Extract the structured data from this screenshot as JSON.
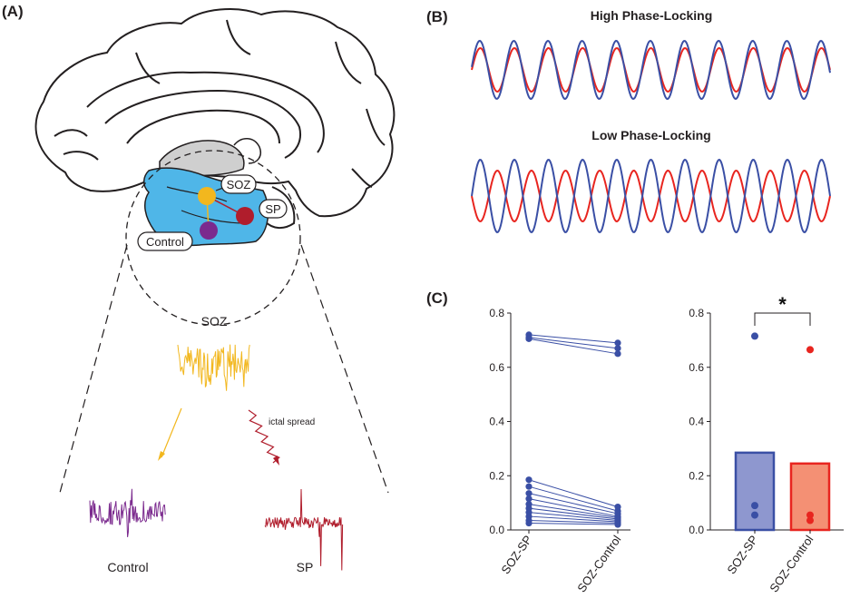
{
  "colors": {
    "blue": "#3a4fa5",
    "red": "#e8251f",
    "limbic": "#4fb6e8",
    "soz_node": "#f2b71e",
    "sp_node": "#b01d2c",
    "control_node": "#7b2a8e",
    "bar_blue_fill": "#8e97cf",
    "bar_red_fill": "#f49074",
    "grey_region": "#cfcfcf"
  },
  "panel_a": {
    "letter": "(A)",
    "brain_labels": {
      "soz": "SOZ",
      "sp": "SP",
      "control": "Control"
    },
    "signals": {
      "soz_title": "SOZ",
      "spread_label": "ictal spread",
      "control_label": "Control",
      "sp_label": "SP"
    }
  },
  "panel_b": {
    "letter": "(B)",
    "high_title": "High Phase-Locking",
    "low_title": "Low Phase-Locking"
  },
  "panel_c": {
    "letter": "(C)",
    "significance": "*"
  },
  "chart_data": [
    {
      "type": "scatter",
      "categories": [
        "SOZ-SP",
        "SOZ-Control"
      ],
      "ylim": [
        0,
        0.8
      ],
      "yticks": [
        "0.0",
        "0.2",
        "0.4",
        "0.6",
        "0.8"
      ],
      "paired": [
        [
          0.72,
          0.69
        ],
        [
          0.71,
          0.67
        ],
        [
          0.705,
          0.65
        ],
        [
          0.185,
          0.085
        ],
        [
          0.16,
          0.07
        ],
        [
          0.135,
          0.06
        ],
        [
          0.115,
          0.05
        ],
        [
          0.095,
          0.045
        ],
        [
          0.08,
          0.04
        ],
        [
          0.065,
          0.035
        ],
        [
          0.05,
          0.03
        ],
        [
          0.035,
          0.025
        ],
        [
          0.025,
          0.02
        ]
      ]
    },
    {
      "type": "bar",
      "categories": [
        "SOZ-SP",
        "SOZ-Control"
      ],
      "ylim": [
        0,
        0.8
      ],
      "yticks": [
        "0.0",
        "0.2",
        "0.4",
        "0.6",
        "0.8"
      ],
      "values": [
        0.285,
        0.245
      ],
      "points": [
        [
          0.715,
          0.09,
          0.055
        ],
        [
          0.665,
          0.055,
          0.035
        ]
      ]
    }
  ]
}
